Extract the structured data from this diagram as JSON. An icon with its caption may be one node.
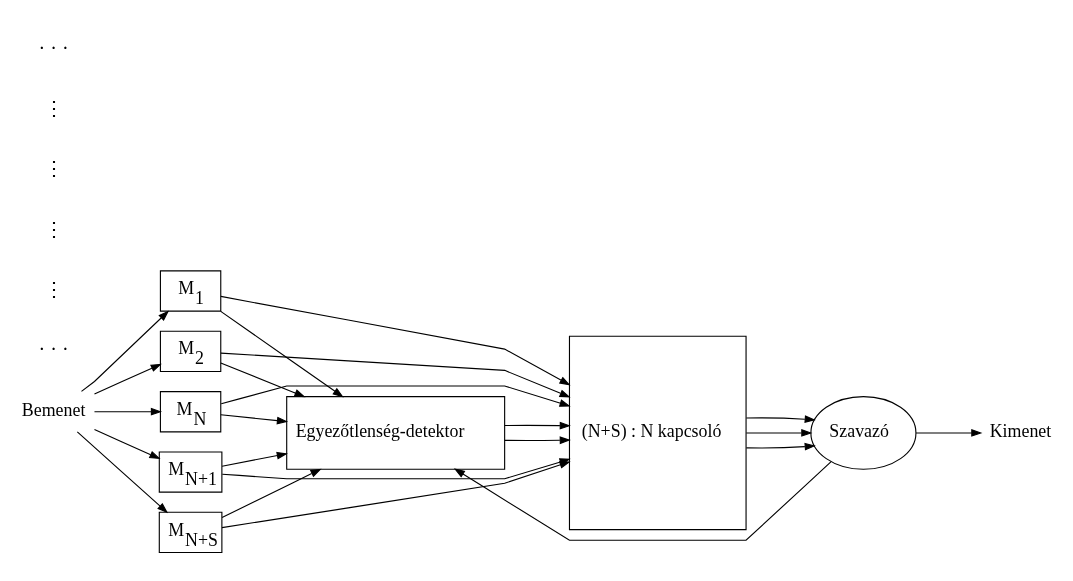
{
  "diagram": {
    "nodes": [
      {
        "text": [
          "Bemenet"
        ]
      },
      {
        "text": [
          "M$_{1}$"
        ]
      },
      {
        "text": [
          "M$_{2}$"
        ]
      },
      {
        "text": [
          "M$_{N}$"
        ]
      },
      {
        "text": [
          "M$_{N+1}$"
        ]
      },
      {
        "text": [
          "M$_{N+S}$"
        ]
      },
      {
        "text": [
          "Egyezőtlenség-detektor"
        ]
      },
      {
        "text": [
          "(N+S) : N kapcsoló"
        ]
      },
      {
        "text": [
          "Szavazó"
        ]
      },
      {
        "text": [
          "Kimenet"
        ]
      }
    ],
    "edges": [
      {
        "from": 0,
        "to": 1,
        "arrow": "to"
      },
      {
        "from": 0,
        "to": 2,
        "arrow": "to"
      },
      {
        "from": 0,
        "to": 3,
        "arrow": "to"
      },
      {
        "from": 0,
        "to": 4,
        "arrow": "to"
      },
      {
        "from": 0,
        "to": 5,
        "arrow": "to"
      },
      {
        "from": 1,
        "to": 7,
        "arrow": "to"
      },
      {
        "from": 2,
        "to": 7,
        "arrow": "to"
      },
      {
        "from": 3,
        "to": 7,
        "arrow": "to"
      },
      {
        "from": 4,
        "to": 7,
        "arrow": "to"
      },
      {
        "from": 5,
        "to": 7,
        "arrow": "to"
      },
      {
        "from": 1,
        "to": 6,
        "arrow": "to"
      },
      {
        "from": 2,
        "to": 6,
        "arrow": "to"
      },
      {
        "from": 3,
        "to": 6,
        "arrow": "to"
      },
      {
        "from": 4,
        "to": 6,
        "arrow": "to"
      },
      {
        "from": 5,
        "to": 6,
        "arrow": "to"
      },
      {
        "from": 6,
        "to": 7,
        "arrow": "to"
      },
      {
        "from": 6,
        "to": 7,
        "arrow": "to"
      },
      {
        "from": 7,
        "to": 8,
        "arrow": "to"
      },
      {
        "from": 7,
        "to": 8,
        "arrow": "to"
      },
      {
        "from": 7,
        "to": 8,
        "arrow": "to"
      },
      {
        "from": 8,
        "to": 9,
        "arrow": "to"
      },
      {
        "from": 8,
        "to": 6,
        "arrow": "to"
      }
    ],
    "labels": [
      "· · ·",
      "⋮",
      "⋮",
      "⋮",
      "⋮",
      "· · ·"
    ]
  }
}
